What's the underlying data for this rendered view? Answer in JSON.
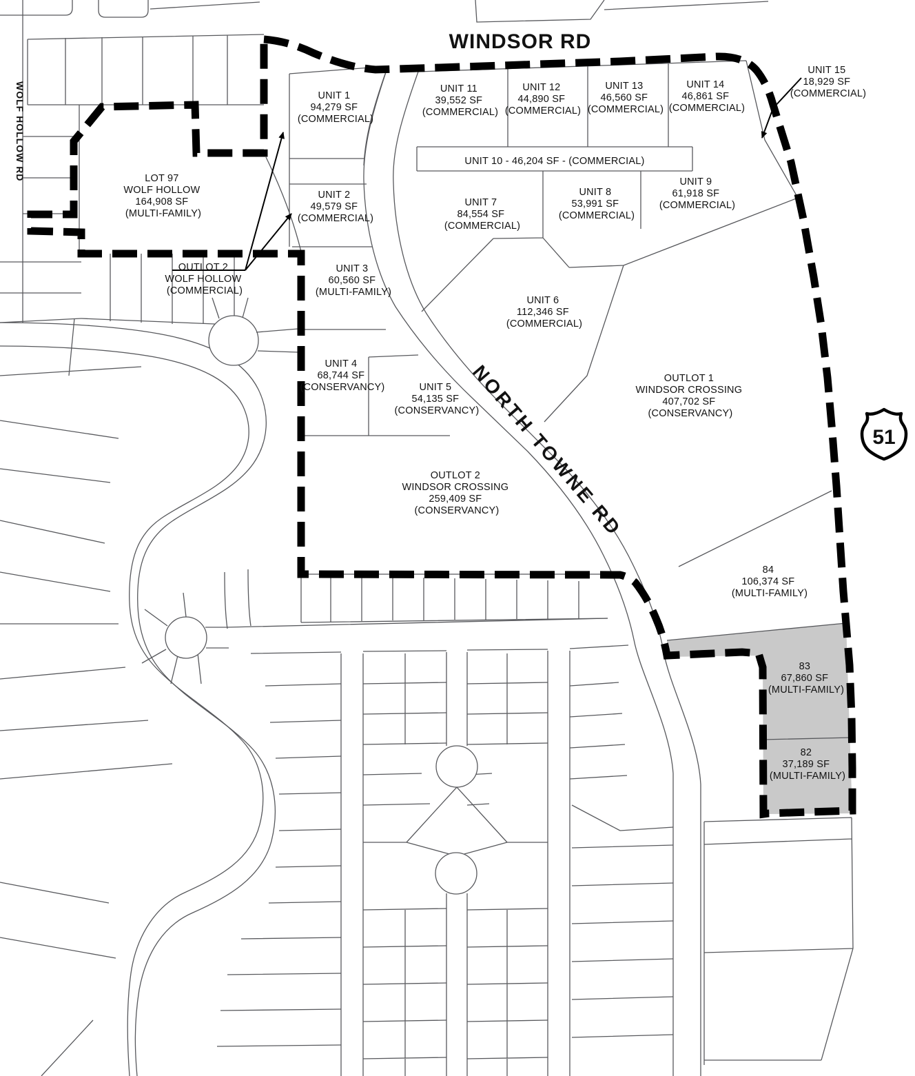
{
  "roads": {
    "windsor": "WINDSOR RD",
    "wolf_hollow": "WOLF HOLLOW RD",
    "north_towne": "NORTH TOWNE RD",
    "highway_shield": "51"
  },
  "parcels": {
    "unit1": {
      "lines": [
        "UNIT 1",
        "94,279 SF",
        "(COMMERCIAL)"
      ]
    },
    "unit2": {
      "lines": [
        "UNIT 2",
        "49,579 SF",
        "(COMMERCIAL)"
      ]
    },
    "unit3": {
      "lines": [
        "UNIT 3",
        "60,560 SF",
        "(MULTI-FAMILY)"
      ]
    },
    "unit4": {
      "lines": [
        "UNIT 4",
        "68,744 SF",
        "(CONSERVANCY)"
      ]
    },
    "unit5": {
      "lines": [
        "UNIT 5",
        "54,135 SF",
        "(CONSERVANCY)"
      ]
    },
    "unit6": {
      "lines": [
        "UNIT 6",
        "112,346 SF",
        "(COMMERCIAL)"
      ]
    },
    "unit7": {
      "lines": [
        "UNIT 7",
        "84,554 SF",
        "(COMMERCIAL)"
      ]
    },
    "unit8": {
      "lines": [
        "UNIT 8",
        "53,991 SF",
        "(COMMERCIAL)"
      ]
    },
    "unit9": {
      "lines": [
        "UNIT 9",
        "61,918 SF",
        "(COMMERCIAL)"
      ]
    },
    "unit10": {
      "lines": [
        "UNIT 10 - 46,204 SF - (COMMERCIAL)"
      ]
    },
    "unit11": {
      "lines": [
        "UNIT 11",
        "39,552 SF",
        "(COMMERCIAL)"
      ]
    },
    "unit12": {
      "lines": [
        "UNIT 12",
        "44,890 SF",
        "(COMMERCIAL)"
      ]
    },
    "unit13": {
      "lines": [
        "UNIT 13",
        "46,560 SF",
        "(COMMERCIAL)"
      ]
    },
    "unit14": {
      "lines": [
        "UNIT 14",
        "46,861 SF",
        "(COMMERCIAL)"
      ]
    },
    "unit15": {
      "lines": [
        "UNIT 15",
        "18,929 SF",
        "(COMMERCIAL)"
      ]
    },
    "lot97": {
      "lines": [
        "LOT 97",
        "WOLF HOLLOW",
        "164,908 SF",
        "(MULTI-FAMILY)"
      ]
    },
    "outlot2_wolf_hollow": {
      "lines": [
        "OUTLOT 2",
        "WOLF HOLLOW",
        "(COMMERCIAL)"
      ]
    },
    "outlot1_windsor_crossing": {
      "lines": [
        "OUTLOT 1",
        "WINDSOR CROSSING",
        "407,702 SF",
        "(CONSERVANCY)"
      ]
    },
    "outlot2_windsor_crossing": {
      "lines": [
        "OUTLOT 2",
        "WINDSOR CROSSING",
        "259,409 SF",
        "(CONSERVANCY)"
      ]
    },
    "lot84": {
      "lines": [
        "84",
        "106,374 SF",
        "(MULTI-FAMILY)"
      ]
    },
    "lot83": {
      "lines": [
        "83",
        "67,860 SF",
        "(MULTI-FAMILY)"
      ]
    },
    "lot82": {
      "lines": [
        "82",
        "37,189 SF",
        "(MULTI-FAMILY)"
      ]
    }
  },
  "colors": {
    "boundary": "#000000",
    "parcel_line": "#57585c",
    "shaded_lot": "#c9c9c9"
  }
}
